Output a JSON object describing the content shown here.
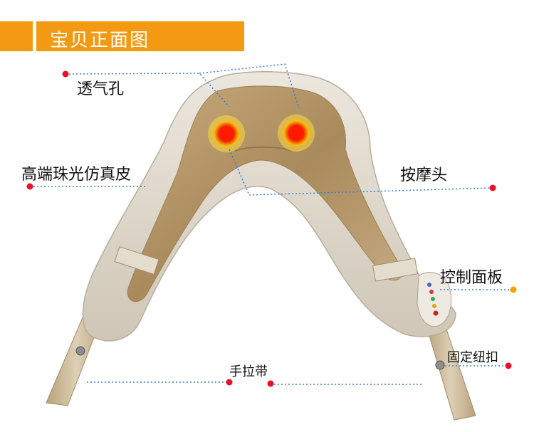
{
  "header": {
    "title": "宝贝正面图"
  },
  "callouts": {
    "air_holes": "透气孔",
    "leather": "高端珠光仿真皮",
    "massage_head": "按摩头",
    "control_panel": "控制面板",
    "buckle": "固定纽扣",
    "strap": "手拉带"
  },
  "colors": {
    "accent": "#f39a12",
    "dot": "#e8102a",
    "leader_line": "#3a7bd5",
    "body": "#ddd6c9",
    "inner": "#b89a6e",
    "strap": "#c9b493",
    "orange_dot": "#f5a000"
  }
}
